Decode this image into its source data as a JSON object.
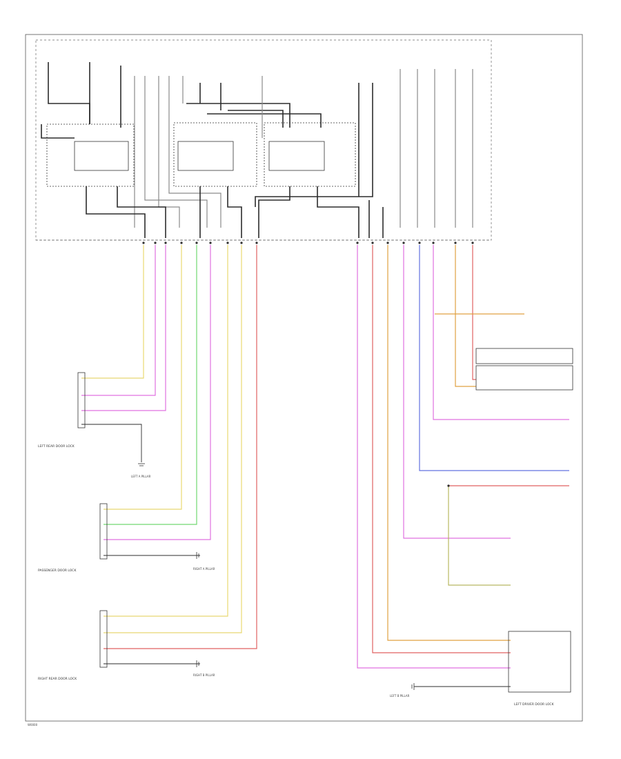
{
  "diagram": {
    "footer_code": "W0000",
    "wire_colors": {
      "black": "#2b2b2b",
      "gray": "#8a8a8a",
      "yellow": "#e8d870",
      "pink": "#e070e0",
      "green": "#70d870",
      "orange": "#e0a040",
      "red": "#e06060",
      "blue": "#6070e0",
      "olive": "#b8b860"
    },
    "connector_labels": {
      "left_door_module": "LEFT REAR DOOR LOCK",
      "passenger_door_lock": "PASSENGER DOOR LOCK",
      "rear_door_lock": "RIGHT REAR DOOR LOCK",
      "body_control": "LEFT DRIVER DOOR LOCK"
    },
    "ground_labels": {
      "g1": "LEFT A PILLAR",
      "g2": "RIGHT A PILLAR",
      "g3": "RIGHT B PILLAR",
      "g4": "LEFT B PILLAR"
    }
  }
}
